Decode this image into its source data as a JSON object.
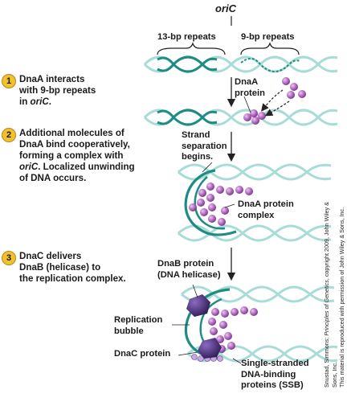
{
  "header": {
    "oric": "oriC",
    "repeats13": "13-bp repeats",
    "repeats9": "9-bp repeats"
  },
  "steps": [
    {
      "num": "1",
      "text_a": "DnaA interacts",
      "text_b": "with 9-bp repeats",
      "text_c_pre": "in ",
      "text_c_em": "oriC",
      "text_c_post": "."
    },
    {
      "num": "2",
      "lines": [
        "Additional molecules of",
        "DnaA bind cooperatively,"
      ],
      "line3_pre": "forming a complex with",
      "line4_em": "oriC",
      "line4_post": ". Localized unwinding",
      "line5": "of DNA occurs."
    },
    {
      "num": "3",
      "lines": [
        "DnaC delivers",
        "DnaB (helicase) to",
        "the replication complex."
      ]
    }
  ],
  "labels": {
    "dnaa_protein": [
      "DnaA",
      "protein"
    ],
    "strand_sep": [
      "Strand",
      "separation",
      "begins."
    ],
    "dnaa_complex": [
      "DnaA protein",
      "complex"
    ],
    "dnab": [
      "DnaB protein",
      "(DNA helicase)"
    ],
    "rep_bubble": [
      "Replication",
      "bubble"
    ],
    "dnac": "DnaC protein",
    "ssb": [
      "Single-stranded",
      "DNA-binding",
      "proteins (SSB)"
    ]
  },
  "credit": {
    "line1_pre": "Snustad, Simmons: ",
    "line1_em": "Principles of Genetics",
    "line1_post": ", copyright 2009, John Wiley & Sons, Inc.",
    "line2": "This material is reproduced with permission of John Wiley & Sons, Inc."
  },
  "colors": {
    "dna": "#1d8c84",
    "dna_light": "#a8dcd6",
    "protein": "#b56bc4",
    "helicase": "#4a2a7a",
    "badge": "#f2c12e"
  }
}
